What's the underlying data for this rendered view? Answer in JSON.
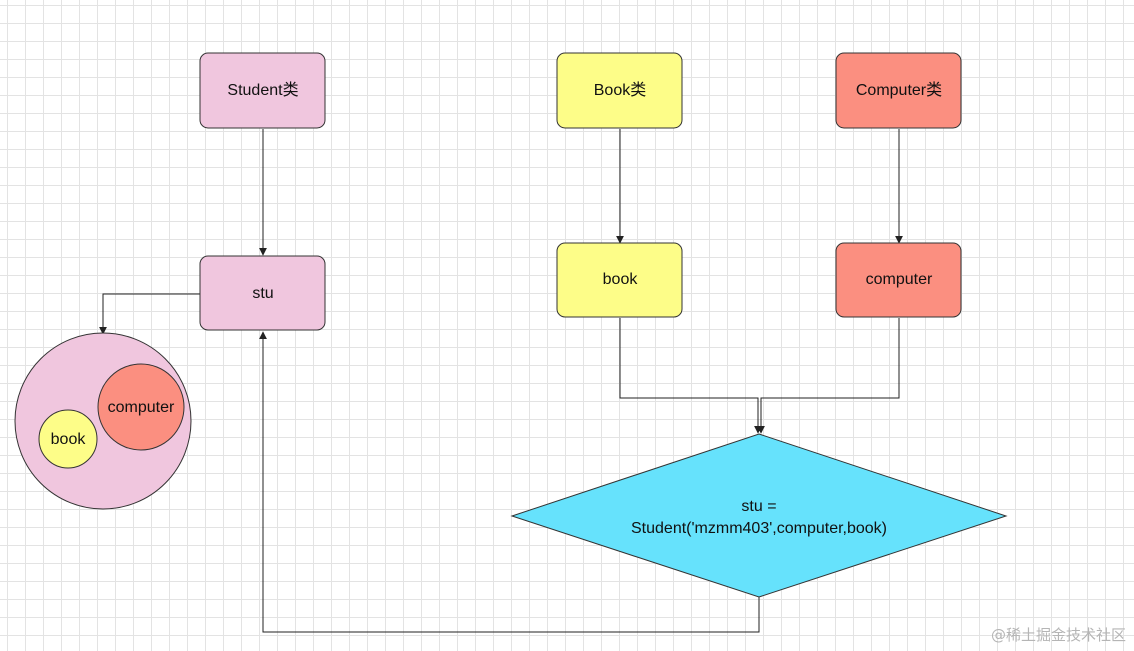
{
  "colors": {
    "student": "#f0c6de",
    "book": "#fdfd88",
    "computer": "#fb8f80",
    "statement": "#66e2fc",
    "edge": "#222222"
  },
  "nodes": {
    "student_class": "Student类",
    "book_class": "Book类",
    "computer_class": "Computer类",
    "stu": "stu",
    "book_obj": "book",
    "computer_obj": "computer",
    "statement_line1": "stu =",
    "statement_line2": "Student('mzmm403',computer,book)"
  },
  "container": {
    "computer_label": "computer",
    "book_label": "book"
  },
  "watermark": "@稀土掘金技术社区"
}
